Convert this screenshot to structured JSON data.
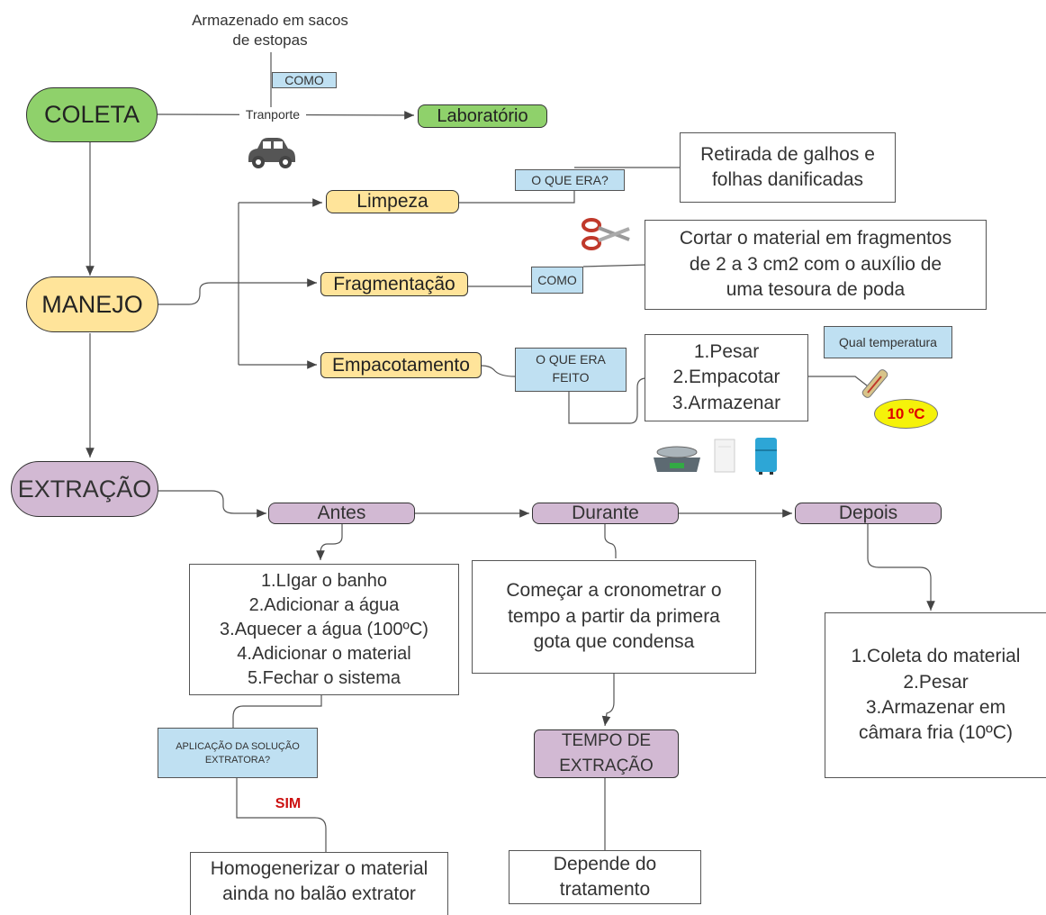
{
  "coleta": {
    "title": "COLETA",
    "storage_note": "Armazenado em sacos\nde estopas",
    "como_label": "COMO",
    "transport_label": "Tranporte",
    "destination": "Laboratório",
    "car_icon": "car-icon"
  },
  "manejo": {
    "title": "MANEJO",
    "limpeza": "Limpeza",
    "limpeza_q": "O QUE ERA?",
    "limpeza_desc": "Retirada de galhos e\nfolhas danificadas",
    "fragmentacao": "Fragmentação",
    "fragmentacao_q": "COMO",
    "fragmentacao_desc": "Cortar o material em fragmentos\nde 2 a 3 cm2 com o auxílio de\numa tesoura de poda",
    "empacotamento": "Empacotamento",
    "empacotamento_q": "O QUE ERA\nFEITO",
    "empacotamento_steps": "1.Pesar\n2.Empacotar\n3.Armazenar",
    "temp_q": "Qual temperatura",
    "temp_value": "10 ºC",
    "icons": [
      "scissors-icon",
      "thermometer-icon",
      "scale-icon",
      "bag-icon",
      "fridge-icon"
    ]
  },
  "extracao": {
    "title": "EXTRAÇÃO",
    "antes": "Antes",
    "durante": "Durante",
    "depois": "Depois",
    "antes_steps": "1.LIgar o banho\n2.Adicionar a água\n3.Aquecer a água (100ºC)\n4.Adicionar o material\n5.Fechar o sistema",
    "solucao_q": "APLICAÇÃO DA SOLUÇÃO\nEXTRATORA?",
    "sim": "SIM",
    "homogenizar": "Homogenerizar o material\nainda no balão extrator",
    "durante_desc": "Começar a cronometrar o\ntempo a partir da primera\ngota que condensa",
    "tempo": "TEMPO DE\nEXTRAÇÃO",
    "tempo_desc": "Depende do\ntratamento",
    "depois_steps": "1.Coleta do material\n2.Pesar\n3.Armazenar em\ncâmara fria (10ºC)"
  },
  "colors": {
    "coleta": "#8fd16b",
    "manejo": "#ffe49a",
    "extracao": "#d2b9d3",
    "question": "#bfe0f2",
    "temp_badge": "#f5f20a",
    "temp_text": "#e00000",
    "sim_text": "#cc1111"
  }
}
